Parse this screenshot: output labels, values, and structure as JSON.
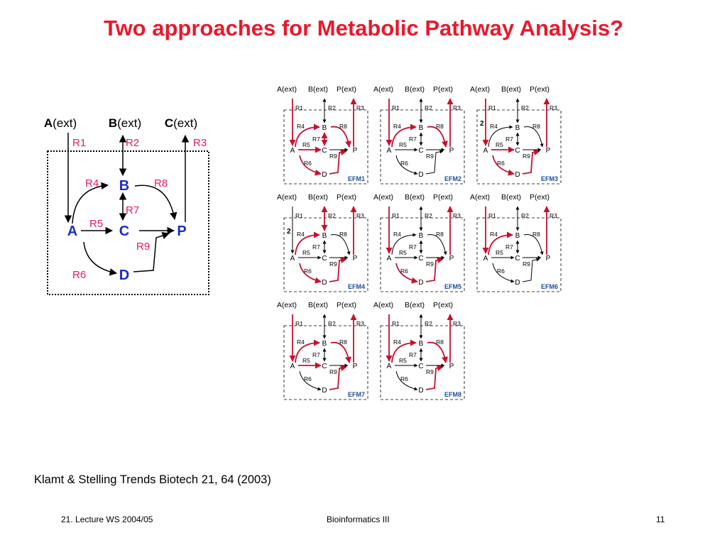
{
  "title": "Two approaches for Metabolic Pathway Analysis?",
  "main_network": {
    "externals": [
      {
        "bold": "A",
        "rest": "(ext)"
      },
      {
        "bold": "B",
        "rest": "(ext)"
      },
      {
        "bold": "C",
        "rest": "(ext)"
      }
    ],
    "nodes": [
      "A",
      "B",
      "C",
      "D",
      "P"
    ],
    "reactions": [
      "R1",
      "R2",
      "R3",
      "R4",
      "R5",
      "R6",
      "R7",
      "R8",
      "R9"
    ]
  },
  "efm": {
    "ext_labels": [
      "A(ext)",
      "B(ext)",
      "P(ext)"
    ],
    "panels": [
      {
        "name": "EFM1",
        "mult": "",
        "red": [
          "R3",
          "R8",
          "R4",
          "R1",
          "R7",
          "R9",
          "R6",
          "R5"
        ]
      },
      {
        "name": "EFM2",
        "mult": "",
        "red": [
          "R1",
          "R3",
          "R4",
          "R8"
        ]
      },
      {
        "name": "EFM3",
        "mult": "2",
        "red": [
          "R1",
          "R3",
          "R5",
          "R9",
          "R6"
        ]
      },
      {
        "name": "EFM4",
        "mult": "2",
        "red": [
          "R2",
          "R4",
          "R6",
          "R9",
          "R3"
        ]
      },
      {
        "name": "EFM5",
        "mult": "",
        "red": [
          "R1",
          "R3",
          "R6",
          "R9"
        ]
      },
      {
        "name": "EFM6",
        "mult": "",
        "red": [
          "R3",
          "R4",
          "R1"
        ]
      },
      {
        "name": "EFM7",
        "mult": "",
        "red": [
          "R1",
          "R4",
          "R5",
          "R8",
          "R3",
          "R9"
        ]
      },
      {
        "name": "EFM8",
        "mult": "",
        "red": [
          "R3",
          "R9",
          "R8",
          "R4",
          "R1"
        ]
      }
    ]
  },
  "colors": {
    "title": "#e8192c",
    "reaction_label": "#e8196b",
    "efm_red": "#c8102e",
    "efm_label": "#1f4e9c",
    "text": "#000000"
  },
  "citation": "Klamt & Stelling Trends Biotech 21, 64 (2003)",
  "footer": {
    "left": "21. Lecture WS 2004/05",
    "center": "Bioinformatics III",
    "right": "11"
  }
}
